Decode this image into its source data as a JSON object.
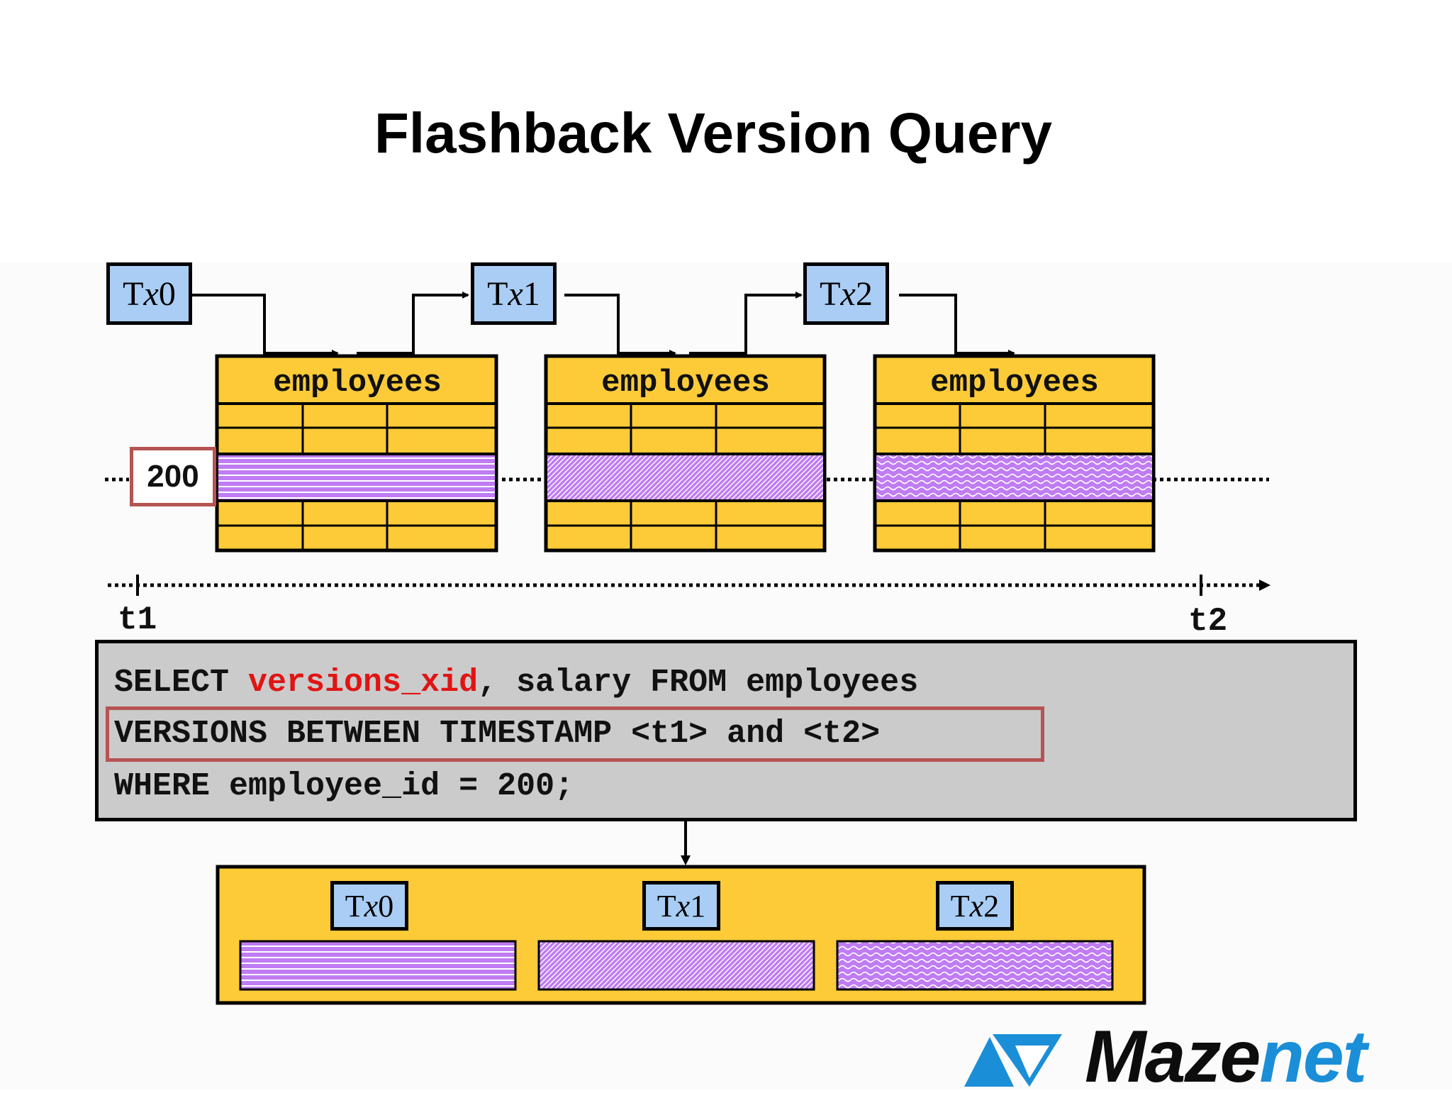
{
  "slide": {
    "title": "Flashback Version Query"
  },
  "transactions": [
    {
      "prefix": "T",
      "x": "x",
      "num": "0"
    },
    {
      "prefix": "T",
      "x": "x",
      "num": "1"
    },
    {
      "prefix": "T",
      "x": "x",
      "num": "2"
    }
  ],
  "tables": [
    {
      "label": "employees"
    },
    {
      "label": "employees"
    },
    {
      "label": "employees"
    }
  ],
  "row_key": "200",
  "timeline": {
    "start_label": "t1",
    "end_label": "t2"
  },
  "sql": {
    "line1_part1": "SELECT ",
    "line1_highlight": "versions_xid",
    "line1_part2": ", salary FROM employees",
    "line2": "VERSIONS BETWEEN TIMESTAMP <t1> and <t2>",
    "line3": "WHERE employee_id = 200;"
  },
  "result": {
    "transactions": [
      {
        "prefix": "T",
        "x": "x",
        "num": "0"
      },
      {
        "prefix": "T",
        "x": "x",
        "num": "1"
      },
      {
        "prefix": "T",
        "x": "x",
        "num": "2"
      }
    ]
  },
  "logo": {
    "part1": "Maze",
    "part2": "net"
  },
  "colors": {
    "tx_fill": "#a9cdf4",
    "table_fill": "#fdcb38",
    "row_fill": "#bf7cf3",
    "result_fill": "#fdcb38",
    "sql_bg": "#cbcbcb",
    "highlight_text": "#e11414",
    "highlight_frame": "#b65353",
    "logo_blue": "#1b8ed8"
  }
}
